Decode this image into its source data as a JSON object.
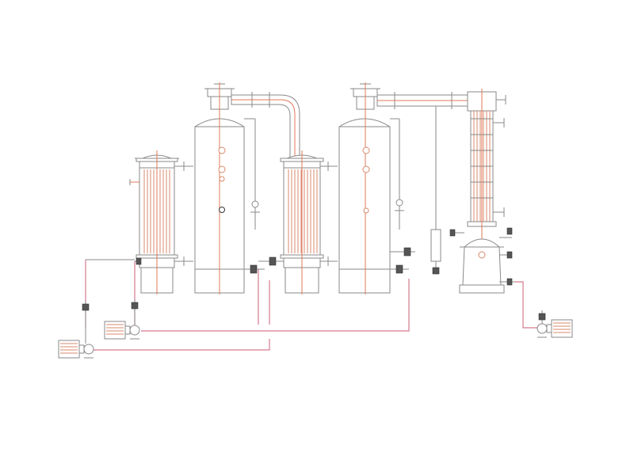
{
  "diagram": {
    "title": "",
    "colors": {
      "outline": "#8a8a8a",
      "centerline": "#e07a5a",
      "tubes": "#d9896b",
      "process_pipe": "#d67a8e",
      "valve": "#555555"
    },
    "components": [
      "first-effect-heater",
      "first-effect-separator",
      "vapor-transfer-pipe",
      "second-effect-heater",
      "second-effect-separator",
      "condenser",
      "receiver-tank",
      "feed-pump",
      "transfer-pump",
      "discharge-pump"
    ]
  }
}
